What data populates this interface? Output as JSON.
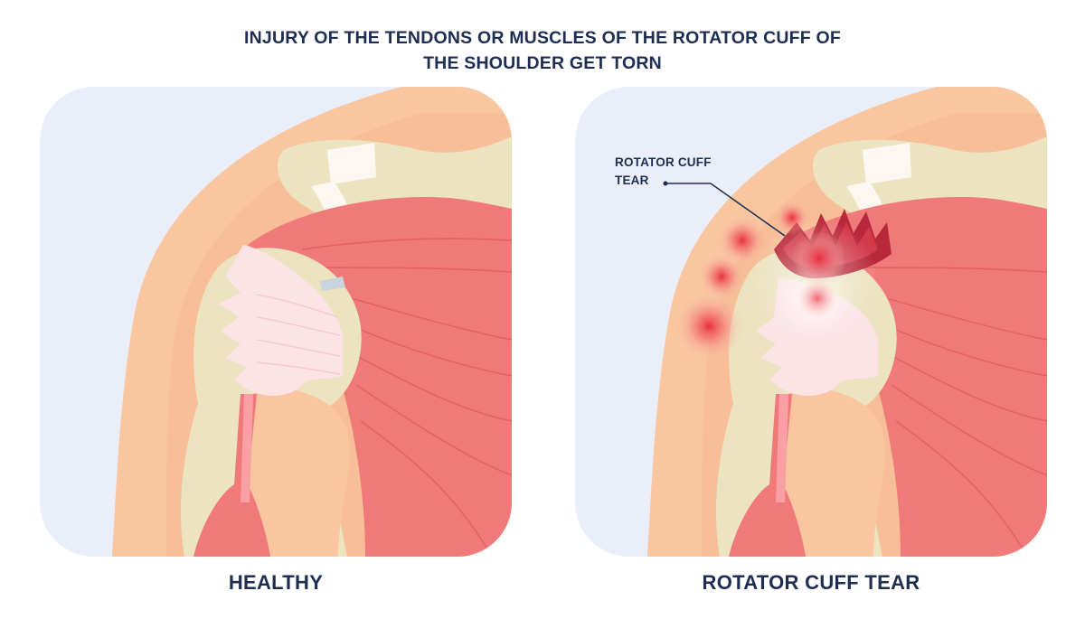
{
  "title": {
    "line1": "INJURY OF THE TENDONS OR MUSCLES OF THE ROTATOR CUFF OF",
    "line2": "THE SHOULDER GET TORN"
  },
  "panels": [
    {
      "label": "HEALTHY"
    },
    {
      "label": "ROTATOR CUFF TEAR"
    }
  ],
  "callout": {
    "line1": "ROTATOR CUFF",
    "line2": "TEAR"
  },
  "colors": {
    "background_panel": "#e9eef9",
    "skin": "#f9c6a0",
    "skin_dark": "#f2a97d",
    "bone": "#ece3c0",
    "bone_shadow": "#d9cfa5",
    "muscle": "#f07a7a",
    "muscle_dark": "#de5a5e",
    "tendon": "#fbe3e6",
    "injury": "#e8283a",
    "text": "#1e2d52"
  }
}
